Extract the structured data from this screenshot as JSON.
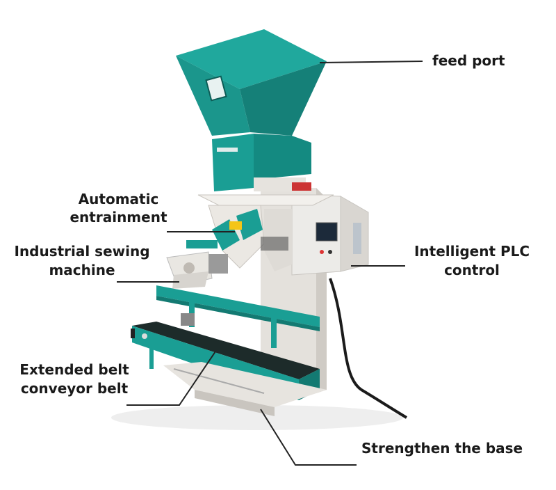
{
  "labels": {
    "feed_port": "feed port",
    "automatic_entrainment_1": "Automatic",
    "automatic_entrainment_2": "entrainment",
    "sewing_1": "Industrial sewing",
    "sewing_2": "machine",
    "plc_1": "Intelligent PLC",
    "plc_2": "control",
    "belt_1": "Extended belt",
    "belt_2": "conveyor belt",
    "base": "Strengthen the base"
  },
  "colors": {
    "teal": "#1a9e94",
    "teal_dark": "#137a72",
    "frame": "#e9e6e1",
    "frame_shadow": "#c9c5bf",
    "belt": "#1d2b2a",
    "leader": "#222222"
  }
}
